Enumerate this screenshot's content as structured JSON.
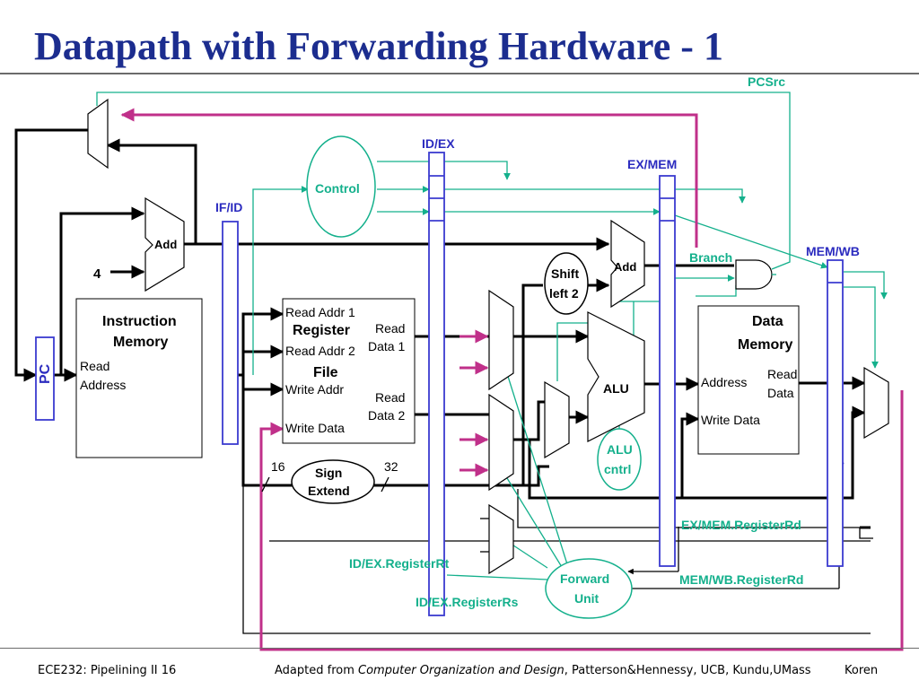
{
  "slide": {
    "title": "Datapath with Forwarding Hardware - 1",
    "footer_left": "ECE232: Pipelining II 16",
    "footer_center": "Adapted from ",
    "footer_center_italic": "Computer Organization and Design",
    "footer_center_rest": ", Patterson&Hennessy, UCB, Kundu,UMass",
    "footer_right": "Koren"
  },
  "diagram": {
    "labels": {
      "pcsrc": "PCSrc",
      "id_ex": "ID/EX",
      "ex_mem": "EX/MEM",
      "if_id": "IF/ID",
      "mem_wb": "MEM/WB",
      "control": "Control",
      "add_top": "Add",
      "add_branch": "Add",
      "four": "4",
      "branch": "Branch",
      "shift_1": "Shift",
      "shift_2": "left 2",
      "imem_1": "Instruction",
      "imem_2": "Memory",
      "imem_read": "Read",
      "imem_address": "Address",
      "pc": "PC",
      "rf_read_addr1": "Read Addr 1",
      "rf_register": "Register",
      "rf_read_addr2": "Read Addr 2",
      "rf_file": "File",
      "rf_write_addr": "Write Addr",
      "rf_write_data": "Write Data",
      "rf_read_data1_a": "Read",
      "rf_read_data1_b": "Data 1",
      "rf_read_data2_a": "Read",
      "rf_read_data2_b": "Data 2",
      "alu": "ALU",
      "alu_cntrl_1": "ALU",
      "alu_cntrl_2": "cntrl",
      "dmem_1": "Data",
      "dmem_2": "Memory",
      "dmem_address": "Address",
      "dmem_read": "Read",
      "dmem_data": "Data",
      "dmem_write_data": "Write Data",
      "sixteen": "16",
      "thirtytwo": "32",
      "sign_1": "Sign",
      "sign_2": "Extend",
      "ex_mem_registerrd": "EX/MEM.RegisterRd",
      "id_ex_registerrt": "ID/EX.RegisterRt",
      "forward_1": "Forward",
      "forward_2": "Unit",
      "mem_wb_registerrd": "MEM/WB.RegisterRd",
      "id_ex_registerrs": "ID/EX.RegisterRs"
    }
  },
  "colors": {
    "title": "#1c2d8f",
    "green": "#14b08c",
    "magenta": "#c0308a",
    "blue": "#2b2bbf",
    "register_outline": "#3b3bd0"
  }
}
